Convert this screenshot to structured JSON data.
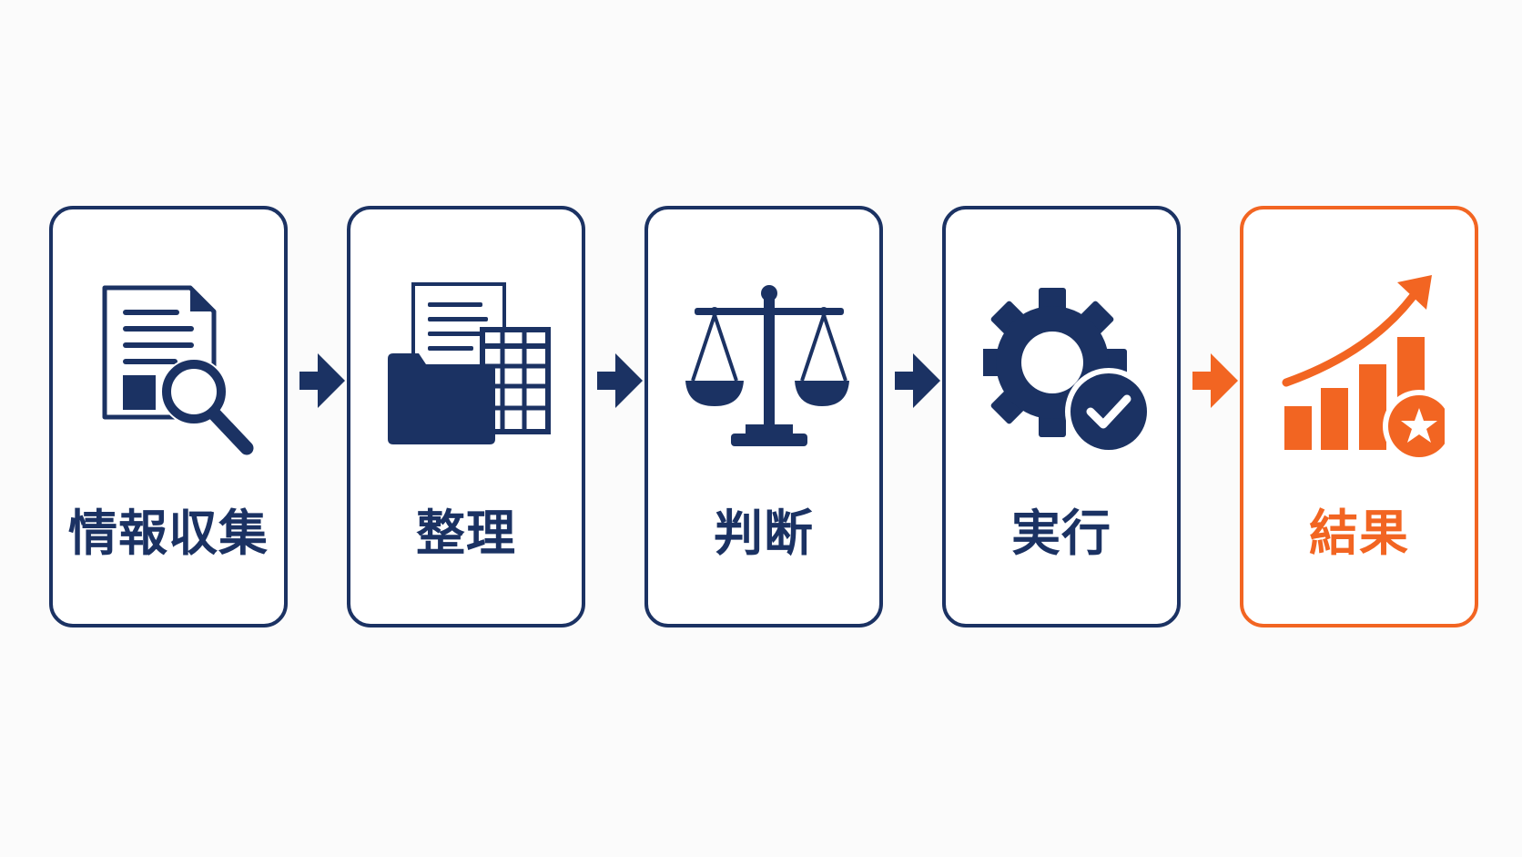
{
  "colors": {
    "primary": "#1b3263",
    "accent": "#f26522",
    "background": "#fbfbfb"
  },
  "steps": [
    {
      "label": "情報収集",
      "icon": "document-search-icon"
    },
    {
      "label": "整理",
      "icon": "folder-spreadsheet-icon"
    },
    {
      "label": "判断",
      "icon": "scales-icon"
    },
    {
      "label": "実行",
      "icon": "gear-check-icon"
    },
    {
      "label": "結果",
      "icon": "growth-chart-star-icon"
    }
  ]
}
